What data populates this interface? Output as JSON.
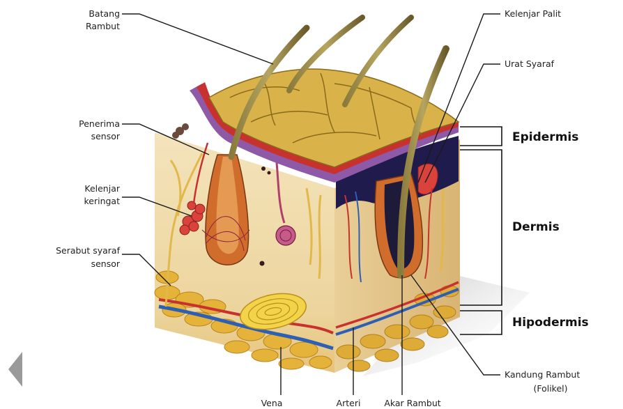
{
  "labels": {
    "batang_rambut_1": "Batang",
    "batang_rambut_2": "Rambut",
    "penerima_1": "Penerima",
    "penerima_2": "sensor",
    "keringat_1": "Kelenjar",
    "keringat_2": "keringat",
    "serabut_1": "Serabut syaraf",
    "serabut_2": "sensor",
    "vena": "Vena",
    "arteri": "Arteri",
    "akar_rambut": "Akar Rambut",
    "kelenjar_palit": "Kelenjar Palit",
    "urat_syaraf": "Urat  Syaraf",
    "kandung_1": "Kandung Rambut",
    "kandung_2": "(Folikel)"
  },
  "layers": {
    "epidermis": "Epidermis",
    "dermis": "Dermis",
    "hipodermis": "Hipodermis"
  },
  "colors": {
    "epidermis_top": "#d9b24a",
    "dermis": "#f1dcae",
    "hypodermis_fat": "#e8b93a",
    "purple_layer": "#8e5aa8",
    "dark_layer": "#1f1b4d",
    "follicle": "#c9652a",
    "gland_red": "#c8322e",
    "nerve": "#e8c04a",
    "vein": "#2d5fb4",
    "artery": "#c8322e"
  }
}
